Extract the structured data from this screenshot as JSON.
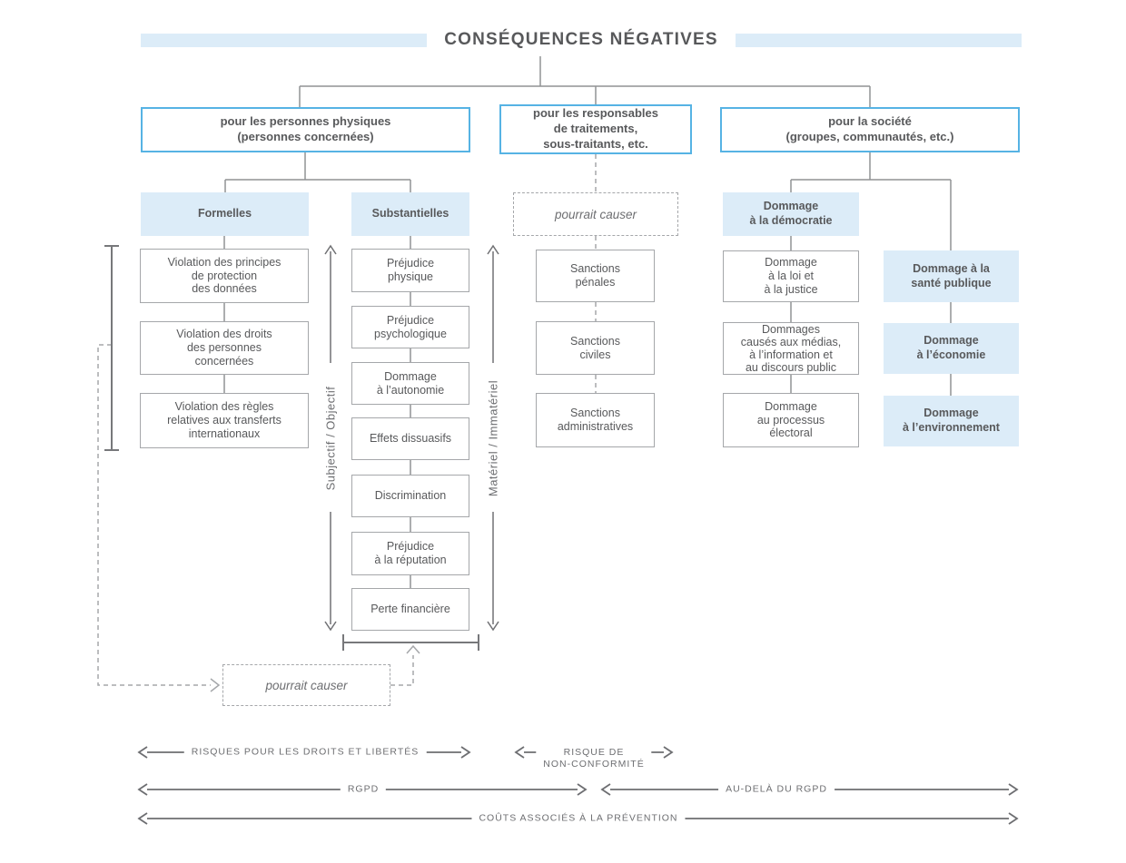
{
  "title": "CONSÉQUENCES NÉGATIVES",
  "colors": {
    "accent_blue_border": "#56b3e4",
    "light_blue_fill": "#dcecf8",
    "text_dark": "#58595b",
    "line_gray": "#909294",
    "dash_gray": "#a5a7aa",
    "arrow_gray": "#6d6e71"
  },
  "branches": {
    "physiques": "pour les personnes physiques\n(personnes concernées)",
    "responsables": "pour les responsables\nde traitements,\nsous-traitants, etc.",
    "societe": "pour la société\n(groupes, communautés, etc.)"
  },
  "formelles": {
    "header": "Formelles",
    "items": [
      "Violation des principes\nde protection\ndes données",
      "Violation des droits\ndes personnes\nconcernées",
      "Violation des règles\nrelatives aux transferts\ninternationaux"
    ]
  },
  "substantielles": {
    "header": "Substantielles",
    "items": [
      "Préjudice\nphysique",
      "Préjudice\npsychologique",
      "Dommage\nà l’autonomie",
      "Effets dissuasifs",
      "Discrimination",
      "Préjudice\nà la réputation",
      "Perte financière"
    ]
  },
  "axes": {
    "left": "Subjectif / Objectif",
    "right": "Matériel / Immatériel"
  },
  "sanctions": {
    "cause_label": "pourrait causer",
    "items": [
      "Sanctions\npénales",
      "Sanctions\nciviles",
      "Sanctions\nadministratives"
    ]
  },
  "democratie": {
    "header": "Dommage\nà la démocratie",
    "items": [
      "Dommage\nà la loi et\nà la justice",
      "Dommages\ncausés aux médias,\nà l’information et\nau discours public",
      "Dommage\nau processus\nélectoral"
    ]
  },
  "societe_impacts": [
    "Dommage à la\nsanté publique",
    "Dommage\nà l’économie",
    "Dommage\nà l’environnement"
  ],
  "bottom_cause_label": "pourrait causer",
  "footer": {
    "risques": "RISQUES POUR LES DROITS ET LIBERTÉS",
    "non_conformite": "RISQUE DE\nNON-CONFORMITÉ",
    "rgpd": "RGPD",
    "au_dela": "AU-DELÀ DU RGPD",
    "couts": "COÛTS ASSOCIÉS À LA PRÉVENTION"
  }
}
